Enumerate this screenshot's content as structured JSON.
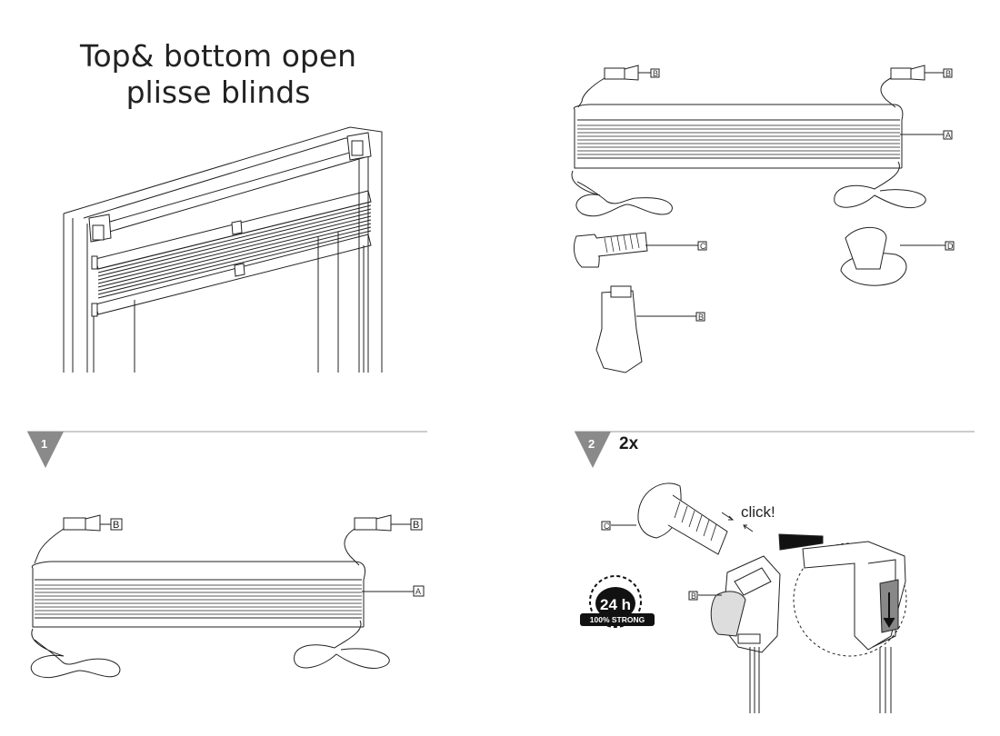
{
  "header": {
    "title_line1": "Top& bottom open",
    "title_line2": "plisse blinds"
  },
  "parts": {
    "a": "A",
    "b": "B",
    "c": "C",
    "d": "D"
  },
  "steps": [
    {
      "number": "1"
    },
    {
      "number": "2",
      "count": "2x",
      "click_text": "click!"
    }
  ],
  "badge": {
    "hours": "24 h",
    "strength": "100% STRONG"
  }
}
